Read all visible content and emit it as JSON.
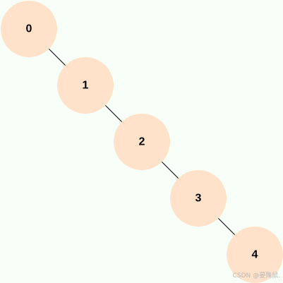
{
  "diagram": {
    "nodes": [
      {
        "label": "0"
      },
      {
        "label": "1"
      },
      {
        "label": "2"
      },
      {
        "label": "3"
      },
      {
        "label": "4"
      }
    ],
    "edges": [
      {
        "from": 0,
        "to": 1
      },
      {
        "from": 1,
        "to": 2
      },
      {
        "from": 2,
        "to": 3
      },
      {
        "from": 3,
        "to": 4
      }
    ],
    "node_color": "#ffe2c9",
    "background_color": "#f7fff8"
  },
  "watermark": "CSDN @晏殊鼠."
}
